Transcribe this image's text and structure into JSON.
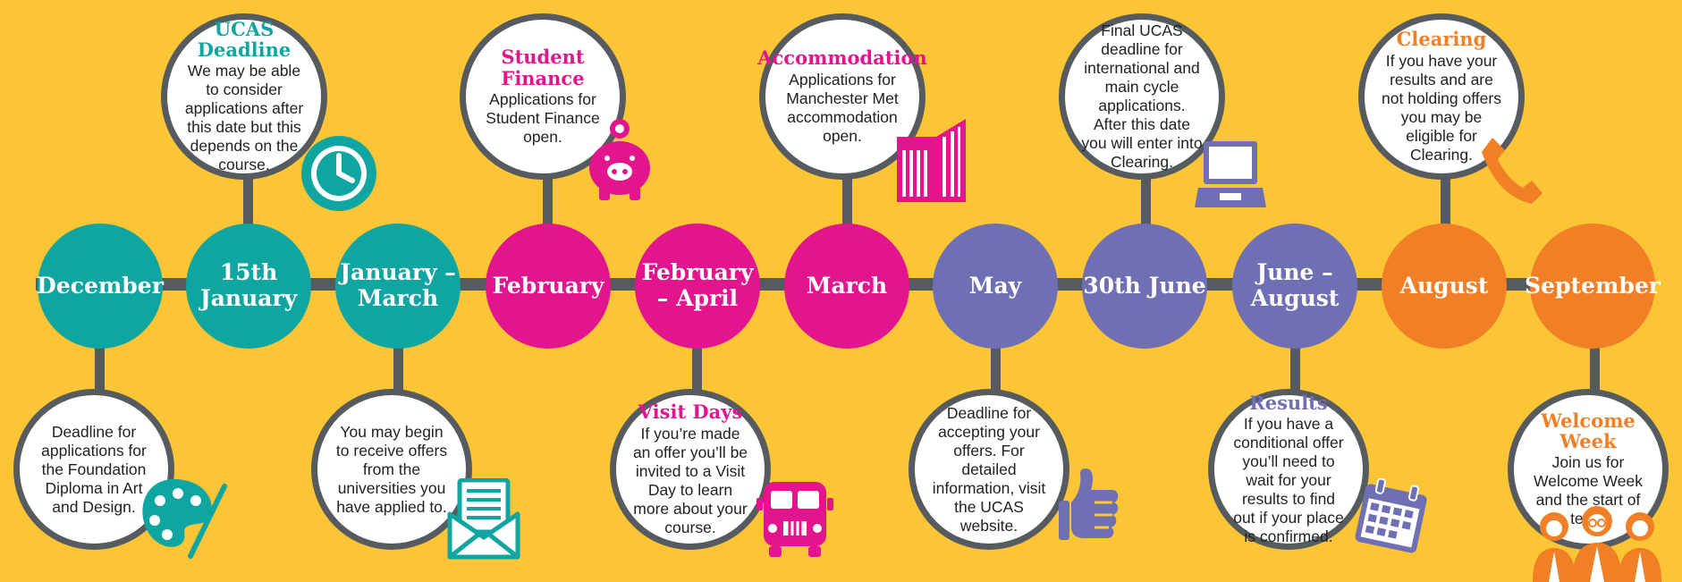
{
  "months": [
    {
      "label": "December",
      "color": "#0FA6A2"
    },
    {
      "label": "15th January",
      "color": "#0FA6A2"
    },
    {
      "label": "January – March",
      "color": "#0FA6A2"
    },
    {
      "label": "February",
      "color": "#E2148E"
    },
    {
      "label": "February – April",
      "color": "#E2148E"
    },
    {
      "label": "March",
      "color": "#E2148E"
    },
    {
      "label": "May",
      "color": "#6F6FB4"
    },
    {
      "label": "30th June",
      "color": "#6F6FB4"
    },
    {
      "label": "June – August",
      "color": "#6F6FB4"
    },
    {
      "label": "August",
      "color": "#F07F26"
    },
    {
      "label": "September",
      "color": "#F07F26"
    }
  ],
  "events": {
    "december": {
      "title": "",
      "text": "Deadline for applications for the Foundation Diploma in Art and Design.",
      "icon": "palette-icon"
    },
    "ucas_deadline": {
      "title": "UCAS Deadline",
      "text": "We may be able to consider applications after this date but this depends on the course.",
      "icon": "clock-icon"
    },
    "offers": {
      "title": "",
      "text": "You may begin to receive offers from the universities you have applied to.",
      "icon": "envelope-letter-icon"
    },
    "student_finance": {
      "title": "Student Finance",
      "text": "Applications for Student Finance open.",
      "icon": "piggy-bank-icon"
    },
    "visit_days": {
      "title": "Visit Days",
      "text": "If you’re made an offer you’ll be invited to a Visit Day to learn more about your course.",
      "icon": "bus-icon"
    },
    "accommodation": {
      "title": "Accommodation",
      "text": "Applications for Manchester Met accommodation open.",
      "icon": "building-icon"
    },
    "may": {
      "title": "",
      "text": "Deadline for accepting your offers. For detailed information, visit the UCAS website.",
      "icon": "thumbs-up-icon"
    },
    "june30": {
      "title": "",
      "text": "Final UCAS deadline for international and main cycle applications. After this date you will enter into Clearing.",
      "icon": "laptop-icon"
    },
    "results": {
      "title": "Results",
      "text": "If you have a conditional offer you’ll need to wait for your results to find out if your place is confirmed.",
      "icon": "calendar-icon"
    },
    "clearing": {
      "title": "Clearing",
      "text": "If you have your results and are not holding offers you may be eligible for Clearing.",
      "icon": "phone-icon"
    },
    "welcome_week": {
      "title": "Welcome Week",
      "text": "Join us for Welcome Week and the start of term.",
      "icon": "people-icon"
    }
  },
  "colors": {
    "background": "#FCC535",
    "line": "#555B5E",
    "teal": "#0FA6A2",
    "magenta": "#E2148E",
    "purple": "#6F6FB4",
    "orange": "#F07F26"
  }
}
